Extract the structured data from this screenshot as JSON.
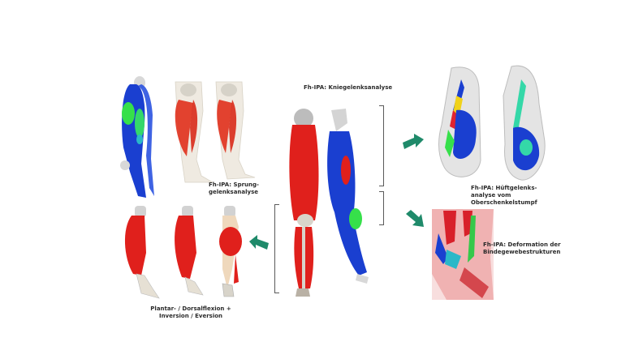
{
  "diagram": {
    "center": {
      "title": "Fh-IPA: Kniegelenksanalyse",
      "figures": [
        "full-leg-red-muscle-model",
        "full-leg-blue-strain-model"
      ]
    },
    "nodes": [
      {
        "id": "sprunggelenk",
        "label_line1": "Fh-IPA: Sprung-",
        "label_line2": "gelenksanalyse",
        "figures": [
          "lower-leg-blue-green-model",
          "lower-leg-red-translucent-1",
          "lower-leg-red-translucent-2"
        ]
      },
      {
        "id": "plantar",
        "label_line1": "Plantar- / Dorsalflexion +",
        "label_line2": "Inversion / Eversion",
        "figures": [
          "lower-leg-red-1",
          "lower-leg-red-2",
          "lower-leg-red-3"
        ]
      },
      {
        "id": "hueftgelenk",
        "label_line1": "Fh-IPA: Hüftgelenks-",
        "label_line2": "analyse vom",
        "label_line3": "Oberschenkelstumpf",
        "figures": [
          "hip-stump-model-1",
          "hip-stump-model-2"
        ]
      },
      {
        "id": "bindegewebe",
        "label_line1": "Fh-IPA: Deformation der",
        "label_line2": "Bindegewebestrukturen",
        "figures": [
          "knee-connective-tissue-model"
        ]
      }
    ],
    "arrows": [
      {
        "from": "center",
        "to": "hueftgelenk",
        "direction": "up-right"
      },
      {
        "from": "center",
        "to": "bindegewebe",
        "direction": "down-right"
      },
      {
        "from": "center",
        "to": "plantar",
        "direction": "up-left"
      }
    ],
    "colors": {
      "arrow": "#1f8a6a",
      "muscle_red": "#e0201c",
      "strain_blue": "#1a3fd0",
      "strain_green": "#36e04a",
      "bone": "#d9d6cc",
      "bracket": "#5a5a5a"
    }
  }
}
